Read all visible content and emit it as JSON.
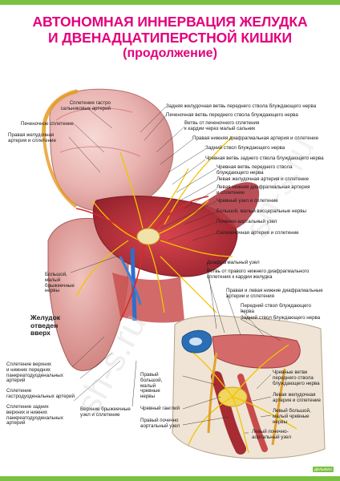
{
  "title": {
    "line1": "АВТОНОМНАЯ ИННЕРВАЦИЯ ЖЕЛУДКА",
    "line2": "И ДВЕНАДЦАТИПЕРСТНОЙ КИШКИ",
    "line3": "(продолжение)"
  },
  "colors": {
    "accent": "#e3007d",
    "brand": "#7cc242"
  },
  "main_labels_left": [
    "Сплетение гастро\nсальниковых артерий",
    "Печеночное сплетение",
    "Правая желудочная\nартерия и сплетение",
    "Большой,\nмалый\nбрыжеечные\nнервы"
  ],
  "main_labels_right": [
    "Задняя желудочная ветвь переднего ствола блуждающего нерва",
    "Печеночная ветвь переднего ствола блуждающего нерва",
    "Ветвь от печеночного сплетения\nк кардии через малый сальник",
    "Правая нижняя диафрагмальная артерия и сплетение",
    "Задний ствол блуждающего нерва",
    "Чревная ветвь заднего ствола блуждающего нерва",
    "Чревная ветвь переднего ствола\nблуждающего нерва",
    "Левая желудочная артерия и сплетение",
    "Левая нижняя диафрагмальная артерия\nи сплетение",
    "Чревный узел и сплетение",
    "Большой, малый висцеральные нервы",
    "Почечно-аортальный узел",
    "Селезеночная артерия и сплетение"
  ],
  "note": "Желудок\nотведен\nвверх",
  "bottom_left_labels": [
    "Сплетение верхних\nи нижних передних\nпанкреатодуоденальных\nартерий",
    "Сплетение\nгастродуоденальных артерий",
    "Сплетение задних\nверхних и нижних\nпанкреатодуоденальных\nартерий",
    "Верхние брыжеечные\nузел и сплетение"
  ],
  "inset_labels_left": [
    "Правый\nбольшой,\nмалый\nчревные\nнервы",
    "Чревный ганглий",
    "Правый почечно\nаортальный узел"
  ],
  "inset_labels_right_top": [
    "Диафрагмальный узел",
    "Ветвь от правого нижнего диафрагмального\nсплетения к кардии желудка",
    "Правая и левая нижние диафрагмальные\nартерии и сплетения",
    "Передний ствол блуждающего\nнерва",
    "Задний ствол блуждающего нерва"
  ],
  "inset_labels_right_bottom": [
    "Чревные ветви\nпереднего ствола\nблуждающего нерва",
    "Левая желудочная\nартерия и сплетение",
    "Левый большой,\nмалый чревные\nнервы",
    "Левый почечно-\nаортальный узел"
  ],
  "logo_text": "ДЕЛЬФИН",
  "watermark": "sh-s.ru"
}
